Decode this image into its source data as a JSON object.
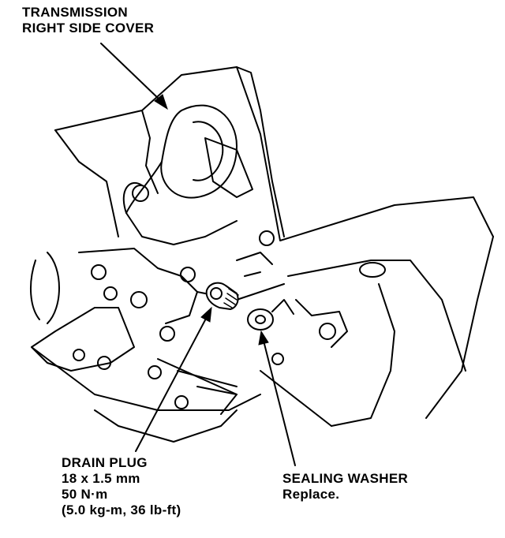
{
  "callouts": {
    "cover": {
      "line1": "TRANSMISSION",
      "line2": "RIGHT SIDE COVER"
    },
    "drain_plug": {
      "title": "DRAIN PLUG",
      "size": "18 x 1.5 mm",
      "torque": "50 N·m",
      "torque_alt": "(5.0 kg-m, 36 lb-ft)"
    },
    "sealing_washer": {
      "title": "SEALING WASHER",
      "note": "Replace."
    }
  }
}
